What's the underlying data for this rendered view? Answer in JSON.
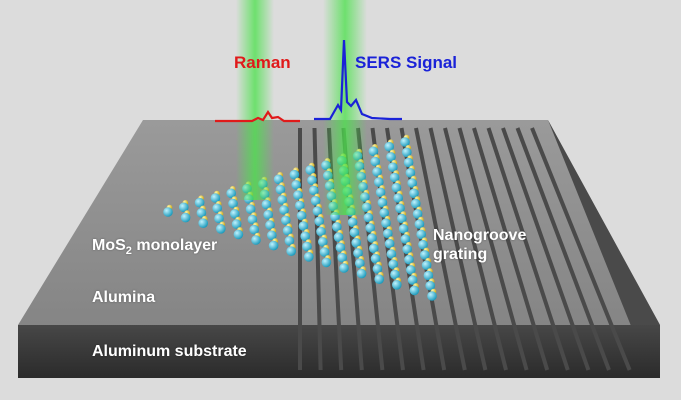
{
  "labels": {
    "raman": "Raman",
    "sers_signal": "SERS Signal",
    "mos2_prefix": "MoS",
    "mos2_subscript": "2",
    "mos2_suffix": " monolayer",
    "nanogroove_line1": "Nanogroove",
    "nanogroove_line2": "grating",
    "alumina": "Alumina",
    "aluminum_substrate": "Aluminum substrate"
  },
  "colors": {
    "raman": "#e01a1a",
    "sers": "#1a22d8",
    "laser_beam": "#4ce24c",
    "plate_top": "#8e8e8e",
    "plate_front": "#3c3c3c",
    "groove": "#4a4a4a",
    "molybdenum_atom": "#29b8d8",
    "sulfur_atom": "#e2c21e"
  }
}
